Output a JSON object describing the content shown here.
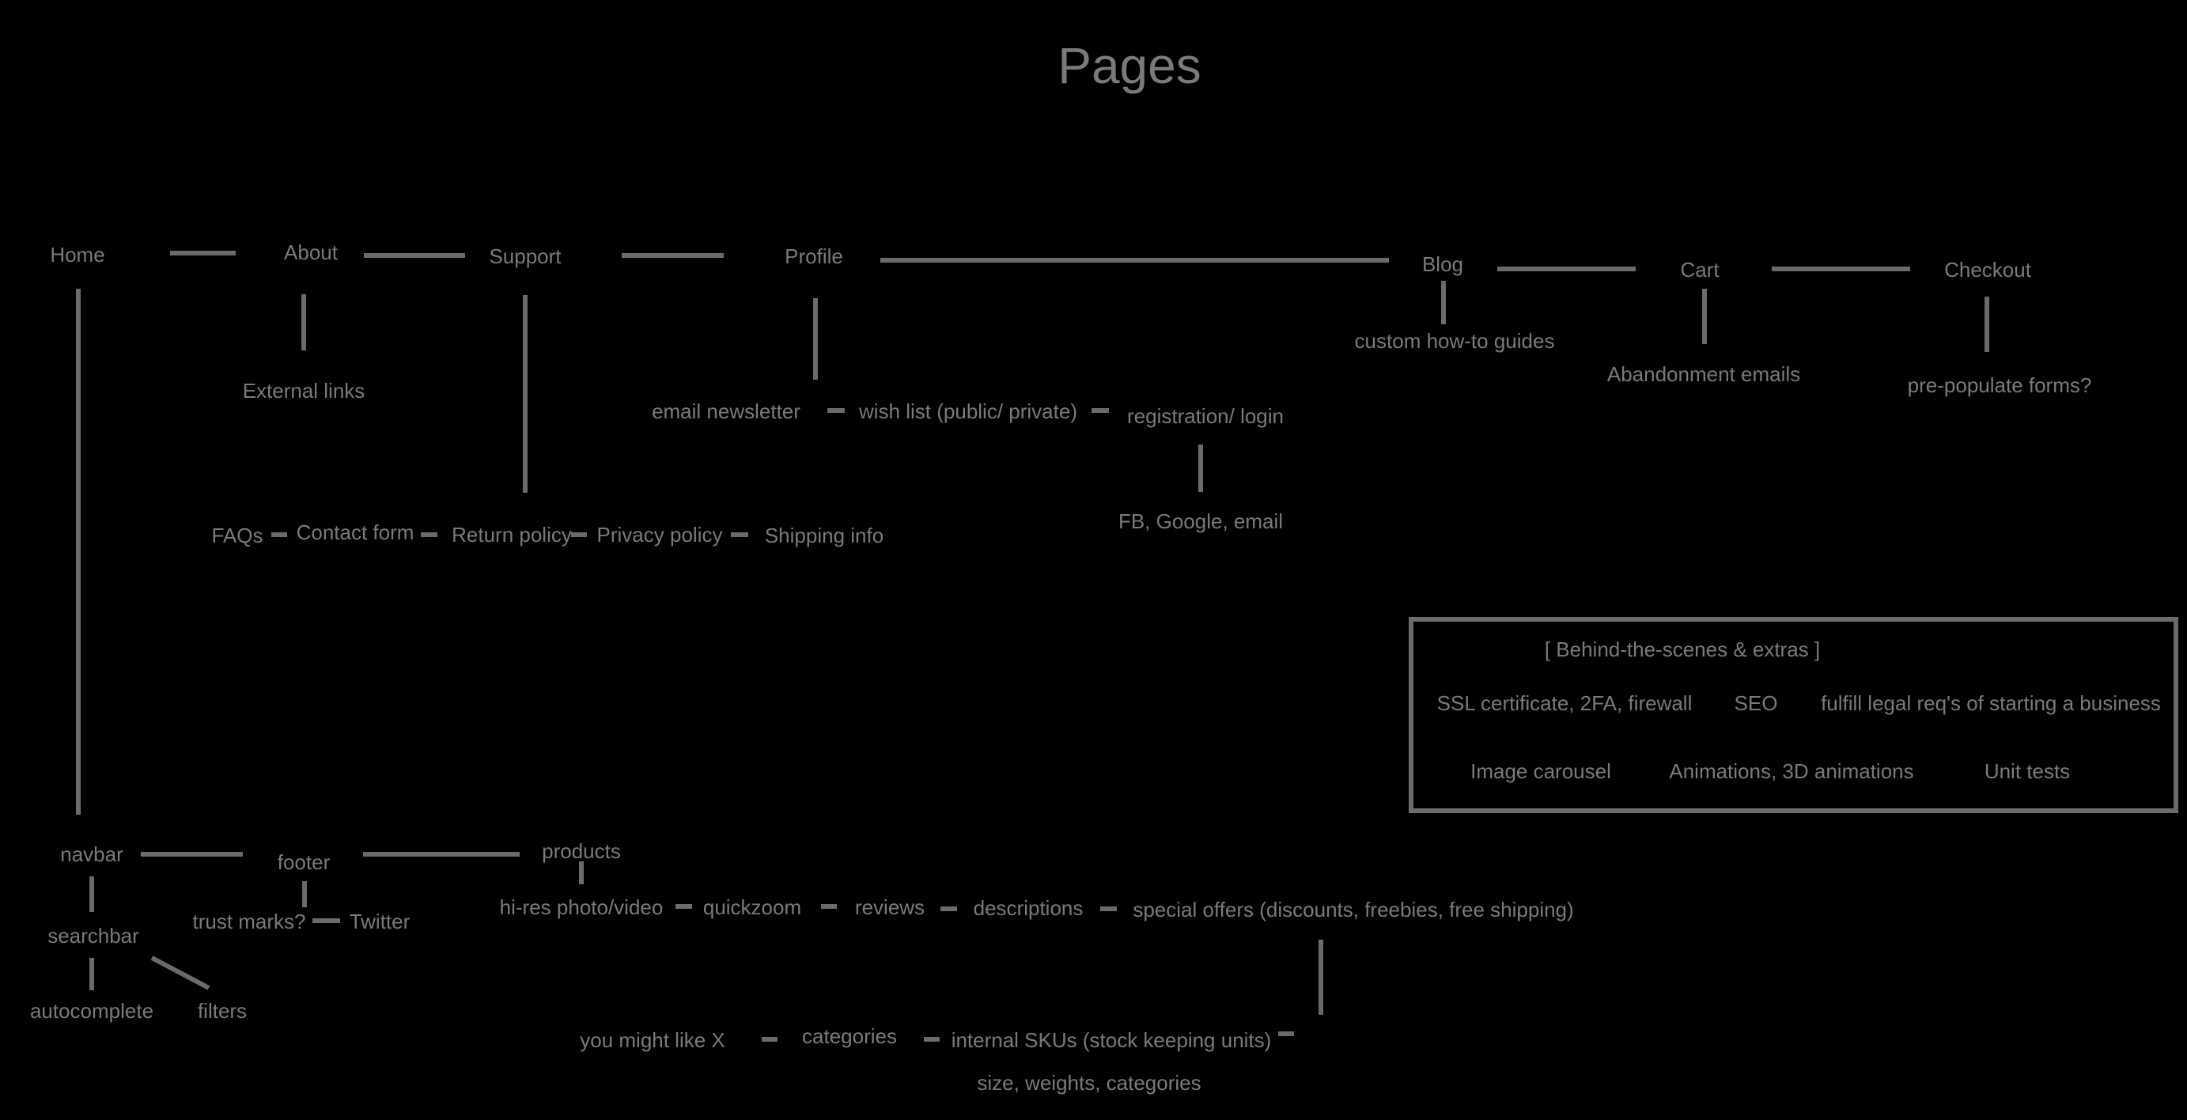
{
  "title": "Pages",
  "colors": {
    "background": "#000000",
    "text": "#7a7a7a",
    "line": "#6b6b6b"
  },
  "nodes": {
    "home": "Home",
    "about": "About",
    "support": "Support",
    "profile": "Profile",
    "blog": "Blog",
    "cart": "Cart",
    "checkout": "Checkout",
    "external_links": "External links",
    "custom_guides": "custom how-to guides",
    "abandonment_emails": "Abandonment emails",
    "prepopulate": "pre-populate forms?",
    "email_newsletter": "email newsletter",
    "wish_list": "wish list (public/ private)",
    "registration": "registration/ login",
    "social_login": "FB, Google, email",
    "faqs": "FAQs",
    "contact_form": "Contact form",
    "return_policy": "Return policy",
    "privacy_policy": "Privacy policy",
    "shipping_info": "Shipping info",
    "navbar": "navbar",
    "footer": "footer",
    "products": "products",
    "searchbar": "searchbar",
    "autocomplete": "autocomplete",
    "filters": "filters",
    "trust_marks": "trust marks?",
    "twitter": "Twitter",
    "hires": "hi-res photo/video",
    "quickzoom": "quickzoom",
    "reviews": "reviews",
    "descriptions": "descriptions",
    "special_offers": "special offers (discounts, freebies, free shipping)",
    "you_might_like": "you might like X",
    "categories": "categories",
    "internal_skus": "internal SKUs (stock keeping units)",
    "size_weights": "size, weights, categories"
  },
  "extras_box": {
    "title": "[ Behind-the-scenes & extras ]",
    "ssl": "SSL certificate, 2FA, firewall",
    "seo": "SEO",
    "legal": "fulfill legal req's of starting a business",
    "carousel": "Image carousel",
    "animations": "Animations, 3D animations",
    "unit_tests": "Unit tests"
  }
}
